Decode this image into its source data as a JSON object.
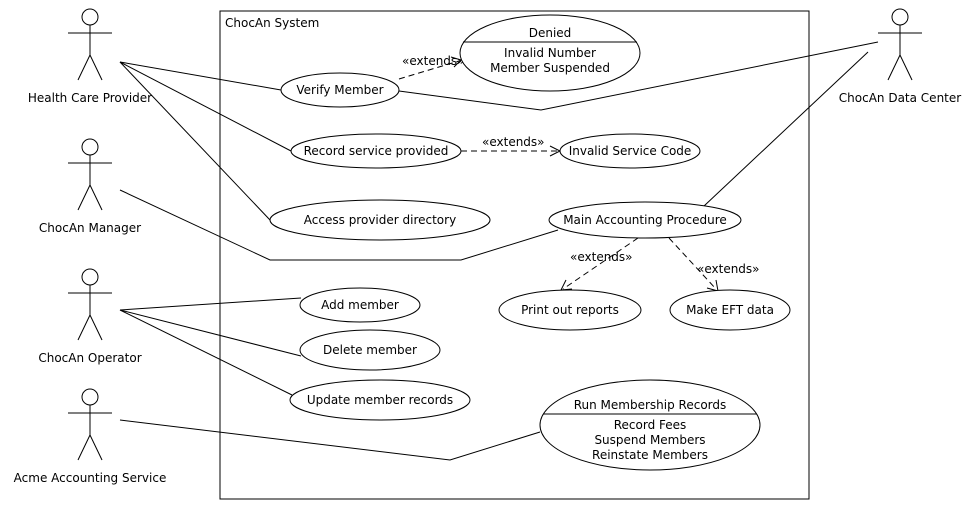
{
  "system": {
    "title": "ChocAn System"
  },
  "actors": {
    "health_care_provider": "Health Care Provider",
    "chocan_manager": "ChocAn Manager",
    "chocan_operator": "ChocAn Operator",
    "acme_accounting_service": "Acme Accounting Service",
    "chocan_data_center": "ChocAn Data Center"
  },
  "use_cases": {
    "verify_member": "Verify Member",
    "denied": {
      "title": "Denied",
      "lines": [
        "Invalid Number",
        "Member Suspended"
      ]
    },
    "record_service": "Record service provided",
    "invalid_service_code": "Invalid Service Code",
    "access_provider_directory": "Access provider directory",
    "main_accounting": "Main Accounting Procedure",
    "print_reports": "Print out reports",
    "make_eft": "Make EFT data",
    "add_member": "Add member",
    "delete_member": "Delete member",
    "update_member_records": "Update member records",
    "run_membership_records": {
      "title": "Run Membership Records",
      "lines": [
        "Record Fees",
        "Suspend Members",
        "Reinstate Members"
      ]
    }
  },
  "relations": {
    "extends_label": "«extends»"
  }
}
